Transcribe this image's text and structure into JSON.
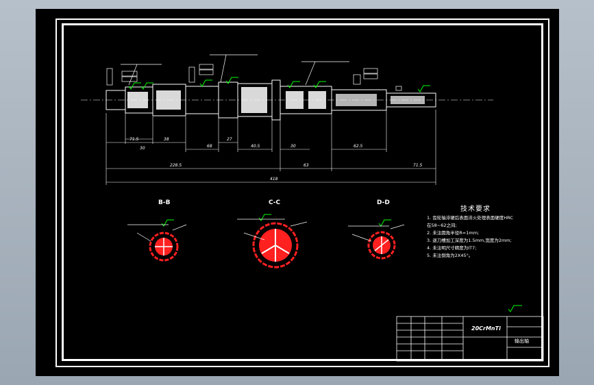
{
  "drawing": {
    "tech_title": "技术要求",
    "tech_items": [
      "1. 齿轮轴淬硬后表面淬火处理表面硬度HRC",
      "在58~62之间;",
      "2. 未注圆角半径R=1mm;",
      "3. 退刀槽加工深度为1.5mm,宽度为2mm;",
      "4. 未注明尺寸精度为IT7;",
      "5. 未注倒角为2X45°。"
    ],
    "title_block": {
      "material": "20CrMnTi",
      "part_name": "输出轴"
    },
    "dims": {
      "d1": "71.5",
      "d2": "38",
      "d3": "68",
      "d4": "27",
      "d5": "40.5",
      "d6": "30",
      "d7": "62.5",
      "d8": "30",
      "d9": "63",
      "total_left": "228.5",
      "total_right": "71.5",
      "overall": "418"
    },
    "section_marks": [
      "B-B",
      "C-C",
      "D-D"
    ],
    "colors": {
      "background": "#000000",
      "line": "#ffffff",
      "roughness": "#00ff00",
      "section": "#ff2020",
      "window": "#a8b4c0"
    }
  }
}
